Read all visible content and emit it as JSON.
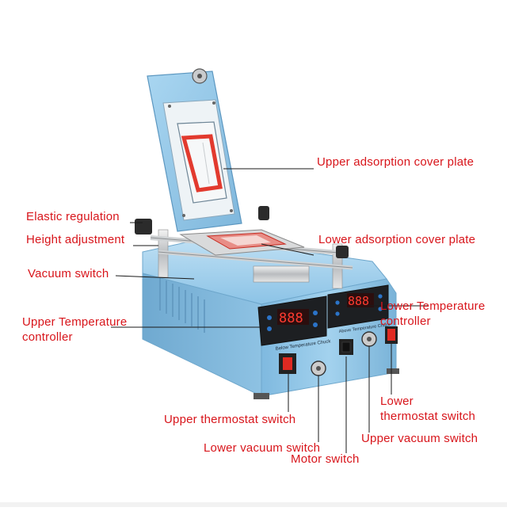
{
  "labels": {
    "upper_cover": "Upper adsorption cover plate",
    "elastic": "Elastic regulation",
    "height": "Height adjustment",
    "lower_cover": "Lower adsorption cover plate",
    "vacuum": "Vacuum switch",
    "lower_temp_line1": "Lower Temperature",
    "lower_temp_line2": "controller",
    "upper_temp_line1": "Upper Temperature",
    "upper_temp_line2": "controller",
    "upper_thermo": "Upper thermostat switch",
    "lower_thermo_line1": "Lower",
    "lower_thermo_line2": "thermostat switch",
    "lower_vac": "Lower vacuum switch",
    "upper_vac": "Upper vacuum switch",
    "motor": "Motor switch"
  },
  "device": {
    "left_panel_caption": "Below Temperature Chuck",
    "right_panel_caption": "Above Temperature Chuck",
    "display_digits": "888"
  },
  "colors": {
    "label_text": "#d8151b",
    "body_blue": "#8fc6e8",
    "leader_line": "#1a1a1a",
    "pad_red": "#e23a2e"
  }
}
